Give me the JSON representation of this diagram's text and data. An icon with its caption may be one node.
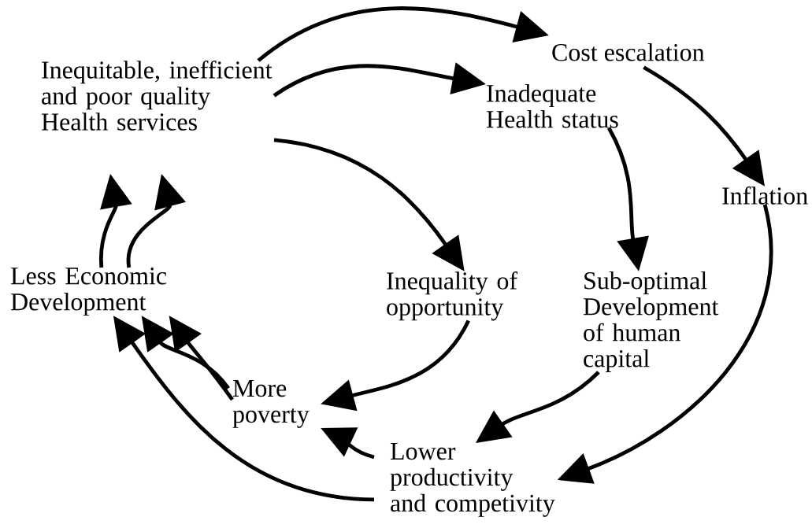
{
  "diagram": {
    "nodes": [
      {
        "text": [
          "Inequitable, inefficient and poor quality Health services"
        ]
      },
      {
        "text": [
          "Cost escalation"
        ]
      },
      {
        "text": [
          "Inadequate Health status"
        ]
      },
      {
        "text": [
          "Inflation"
        ]
      },
      {
        "text": [
          "Less Economic Development"
        ]
      },
      {
        "text": [
          "Inequality of opportunity"
        ]
      },
      {
        "text": [
          "Sub-optimal Development of human capital"
        ]
      },
      {
        "text": [
          "More poverty"
        ]
      },
      {
        "text": [
          "Lower productivity and competivity"
        ]
      }
    ],
    "edges": [
      {
        "from": 0,
        "to": 1,
        "arrow": "to"
      },
      {
        "from": 0,
        "to": 2,
        "arrow": "to"
      },
      {
        "from": 0,
        "to": 5,
        "arrow": "to"
      },
      {
        "from": 1,
        "to": 3,
        "arrow": "to"
      },
      {
        "from": 2,
        "to": 6,
        "arrow": "to"
      },
      {
        "from": 3,
        "to": 8,
        "arrow": "to"
      },
      {
        "from": 6,
        "to": 8,
        "arrow": "to"
      },
      {
        "from": 5,
        "to": 7,
        "arrow": "to"
      },
      {
        "from": 8,
        "to": 7,
        "arrow": "to"
      },
      {
        "from": 8,
        "to": 4,
        "arrow": "to"
      },
      {
        "from": 7,
        "to": 4,
        "arrow": "to"
      },
      {
        "from": 7,
        "to": 4,
        "arrow": "to"
      },
      {
        "from": 4,
        "to": 0,
        "arrow": "to"
      },
      {
        "from": 4,
        "to": 0,
        "arrow": "to"
      }
    ]
  }
}
